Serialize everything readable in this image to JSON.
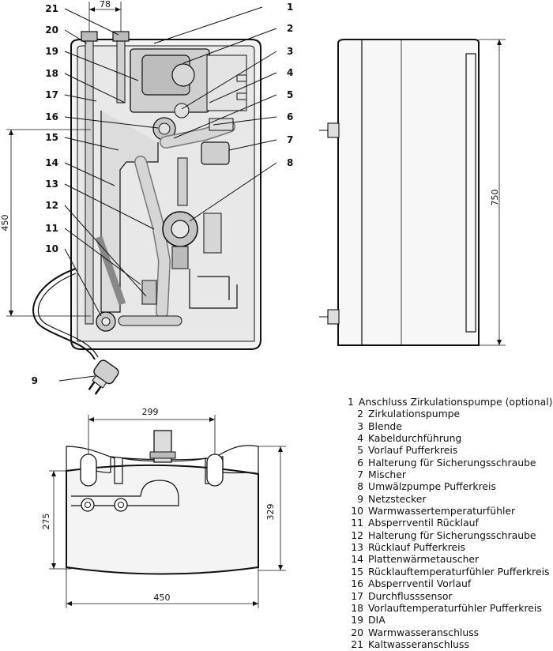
{
  "callouts": [
    "1",
    "2",
    "3",
    "4",
    "5",
    "6",
    "7",
    "8",
    "9",
    "10",
    "11",
    "12",
    "13",
    "14",
    "15",
    "16",
    "17",
    "18",
    "19",
    "20",
    "21"
  ],
  "dimensions": {
    "pipe_spacing": "78",
    "front_height": "450",
    "side_height": "750",
    "bottom_width_inner": "299",
    "bottom_width": "450",
    "bottom_height_left": "275",
    "bottom_height_right": "329"
  },
  "legend": [
    {
      "num": "1",
      "text": "Anschluss Zirkulationspumpe (optional)"
    },
    {
      "num": "2",
      "text": "Zirkulationspumpe"
    },
    {
      "num": "3",
      "text": "Blende"
    },
    {
      "num": "4",
      "text": "Kabeldurchführung"
    },
    {
      "num": "5",
      "text": "Vorlauf Pufferkreis"
    },
    {
      "num": "6",
      "text": "Halterung für Sicherungsschraube"
    },
    {
      "num": "7",
      "text": "Mischer"
    },
    {
      "num": "8",
      "text": "Umwälzpumpe Pufferkreis"
    },
    {
      "num": "9",
      "text": "Netzstecker"
    },
    {
      "num": "10",
      "text": "Warmwassertemperaturfühler"
    },
    {
      "num": "11",
      "text": "Absperrventil Rücklauf"
    },
    {
      "num": "12",
      "text": "Halterung für Sicherungsschraube"
    },
    {
      "num": "13",
      "text": "Rücklauf Pufferkreis"
    },
    {
      "num": "14",
      "text": "Plattenwärmetauscher"
    },
    {
      "num": "15",
      "text": "Rücklauftemperaturfühler Pufferkreis"
    },
    {
      "num": "16",
      "text": "Absperrventil Vorlauf"
    },
    {
      "num": "17",
      "text": "Durchflusssensor"
    },
    {
      "num": "18",
      "text": "Vorlauftemperaturfühler Pufferkreis"
    },
    {
      "num": "19",
      "text": "DIA"
    },
    {
      "num": "20",
      "text": "Warmwasseranschluss"
    },
    {
      "num": "21",
      "text": "Kaltwasseranschluss"
    }
  ]
}
